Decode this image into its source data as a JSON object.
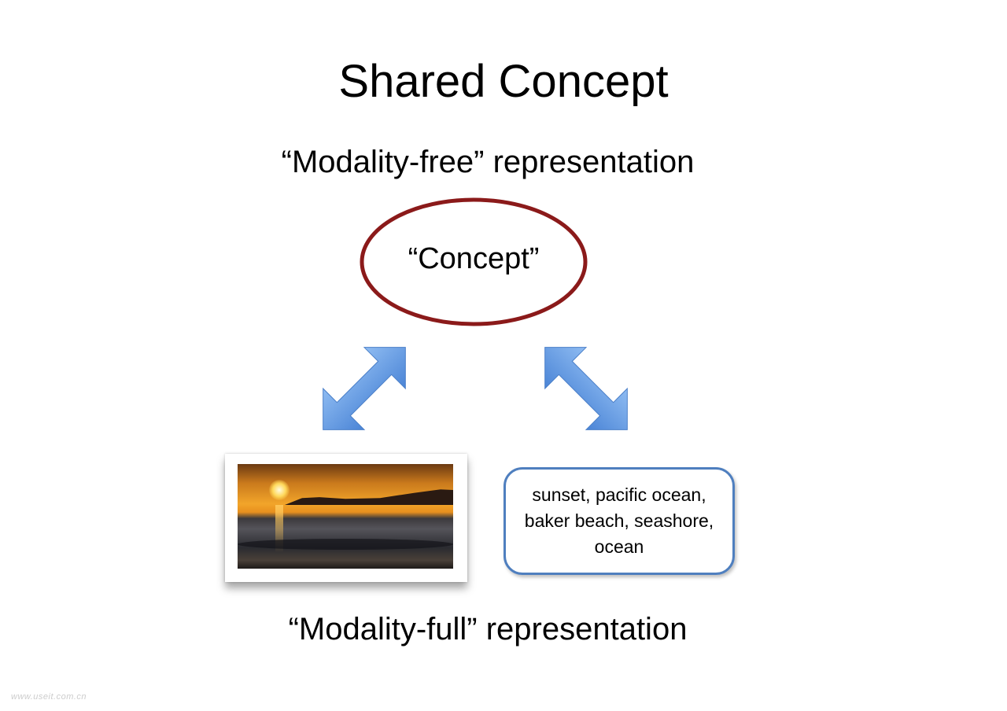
{
  "title": "Shared Concept",
  "modality_free_label": "“Modality-free” representation",
  "concept_label": "“Concept”",
  "modality_full_label": "“Modality-full” representation",
  "tags_text": "sunset, pacific ocean, baker beach, seashore, ocean",
  "watermark": "www.useit.com.cn",
  "colors": {
    "ellipse": "#8b1a1a",
    "arrow": "#5b93dc",
    "tag_border": "#4f7fbf"
  }
}
